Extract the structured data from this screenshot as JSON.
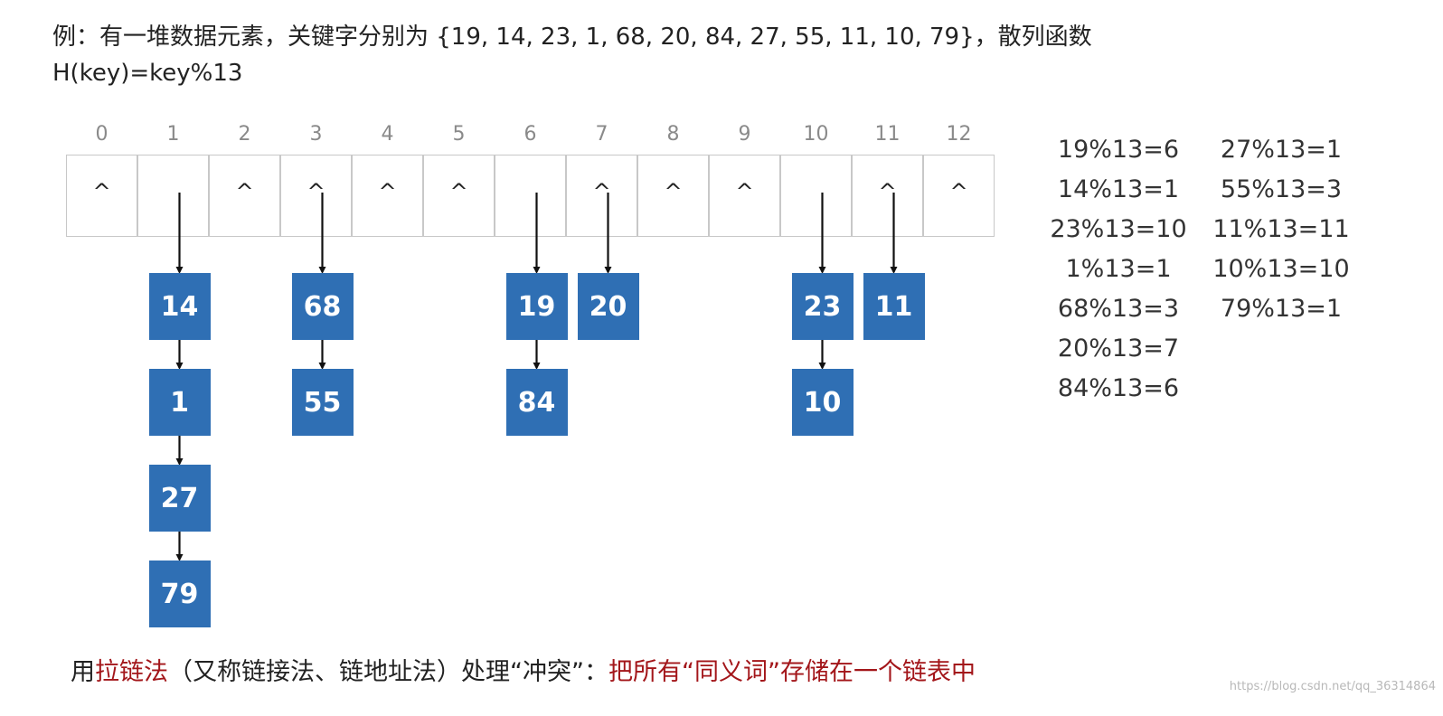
{
  "title": {
    "line1": "例：有一堆数据元素，关键字分别为 {19, 14, 23, 1, 68, 20, 84, 27, 55, 11, 10, 79}，散列函数",
    "line2": "H(key)=key%13"
  },
  "table": {
    "indices": [
      "0",
      "1",
      "2",
      "3",
      "4",
      "5",
      "6",
      "7",
      "8",
      "9",
      "10",
      "11",
      "12"
    ],
    "empty_marker": "^",
    "slots": [
      {
        "index": 0,
        "empty": true,
        "chain": []
      },
      {
        "index": 1,
        "empty": false,
        "chain": [
          "14",
          "1",
          "27",
          "79"
        ]
      },
      {
        "index": 2,
        "empty": true,
        "chain": []
      },
      {
        "index": 3,
        "empty": false,
        "caret": true,
        "chain": [
          "68",
          "55"
        ]
      },
      {
        "index": 4,
        "empty": true,
        "chain": []
      },
      {
        "index": 5,
        "empty": true,
        "chain": []
      },
      {
        "index": 6,
        "empty": false,
        "chain": [
          "19",
          "84"
        ]
      },
      {
        "index": 7,
        "empty": false,
        "caret": true,
        "chain": [
          "20"
        ]
      },
      {
        "index": 8,
        "empty": true,
        "chain": []
      },
      {
        "index": 9,
        "empty": true,
        "chain": []
      },
      {
        "index": 10,
        "empty": false,
        "chain": [
          "23",
          "10"
        ]
      },
      {
        "index": 11,
        "empty": false,
        "caret": true,
        "chain": [
          "11"
        ]
      },
      {
        "index": 12,
        "empty": true,
        "chain": []
      }
    ]
  },
  "calculations": {
    "left": [
      "19%13=6",
      "14%13=1",
      "23%13=10",
      "1%13=1",
      "68%13=3",
      "20%13=7",
      "84%13=6"
    ],
    "right": [
      "27%13=1",
      "55%13=3",
      "11%13=11",
      "10%13=10",
      "79%13=1"
    ]
  },
  "footer": {
    "p1": "用",
    "p2": "拉链法",
    "p3": "（又称链接法、链地址法）处理“冲突”：",
    "p4": "把所有“同义词”存储在一个链表中"
  },
  "watermark": "https://blog.csdn.net/qq_36314864",
  "colors": {
    "node_fill": "#2f6fb4",
    "highlight": "#a3161a",
    "grid": "#c8c8c8"
  }
}
